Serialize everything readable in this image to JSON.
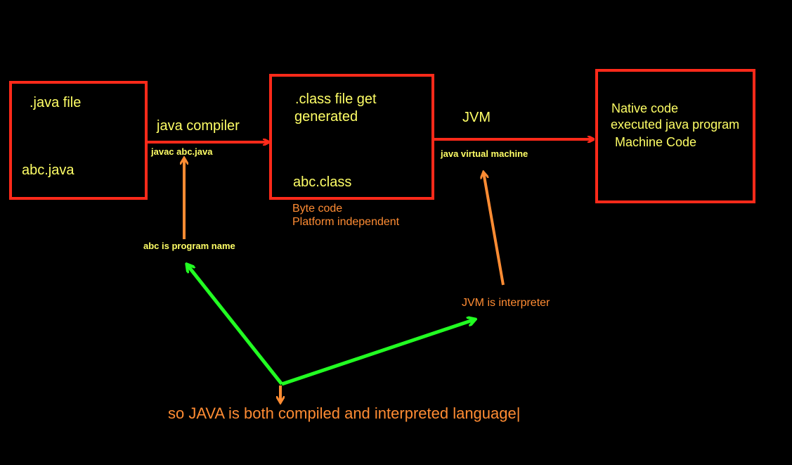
{
  "colors": {
    "background": "#000000",
    "box_border": "#ff2a1a",
    "text_primary": "#ffff66",
    "text_secondary": "#ff8c33",
    "arrow_red": "#ff2a1a",
    "arrow_orange": "#ff8c33",
    "arrow_green": "#22ff22"
  },
  "box_java": {
    "line1": ".java file",
    "line2": "abc.java"
  },
  "box_class": {
    "line1": ".class file get",
    "line2": "generated",
    "line3": "abc.class"
  },
  "box_native": {
    "line1": "Native code",
    "line2": "executed java program",
    "line3": "Machine Code"
  },
  "compiler": {
    "label": "java compiler",
    "command": "javac abc.java",
    "note": "abc is program name"
  },
  "bytecode": {
    "line1": "Byte code",
    "line2": "Platform independent"
  },
  "jvm": {
    "label": "JVM",
    "full_name": "java virtual machine",
    "note": "JVM is interpreter"
  },
  "conclusion": "so JAVA is both compiled and interpreted language|"
}
